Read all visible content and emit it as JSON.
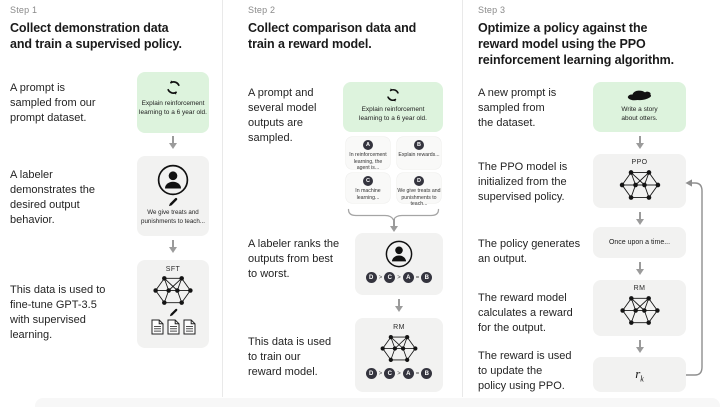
{
  "step1": {
    "label": "Step 1",
    "title_lines": [
      "Collect demonstration data",
      "and train a supervised policy."
    ],
    "texts": {
      "t1": [
        "A prompt is",
        "sampled from our",
        "prompt dataset."
      ],
      "t2": [
        "A labeler",
        "demonstrates the",
        "desired output",
        "behavior."
      ],
      "t3": [
        "This data is used to",
        "fine-tune GPT-3.5",
        "with supervised",
        "learning."
      ]
    },
    "prompt_caption": [
      "Explain reinforcement",
      "learning to a 6 year old."
    ],
    "labeler_caption": [
      "We give treats and",
      "punishments to teach..."
    ],
    "model_label": "SFT"
  },
  "step2": {
    "label": "Step 2",
    "title_lines": [
      "Collect comparison data and",
      "train a reward model."
    ],
    "texts": {
      "t1": [
        "A prompt and",
        "several model",
        "outputs are",
        "sampled."
      ],
      "t2": [
        "A labeler ranks the",
        "outputs from best",
        "to worst."
      ],
      "t3": [
        "This data is used",
        "to train our",
        "reward model."
      ]
    },
    "prompt_caption": [
      "Explain reinforcement",
      "learning to a 6 year old."
    ],
    "outputs": [
      {
        "id": "A",
        "lines": [
          "In reinforcement",
          "learning, the",
          "agent is..."
        ]
      },
      {
        "id": "B",
        "lines": [
          "Explain rewards..."
        ]
      },
      {
        "id": "C",
        "lines": [
          "In machine",
          "learning..."
        ]
      },
      {
        "id": "D",
        "lines": [
          "We give treats and",
          "punishments to",
          "teach..."
        ]
      }
    ],
    "ranking_pattern": [
      "D",
      ">",
      "C",
      ">",
      "A",
      "=",
      "B"
    ],
    "model_label": "RM"
  },
  "step3": {
    "label": "Step 3",
    "title_lines": [
      "Optimize a policy against the",
      "reward model using the PPO",
      "reinforcement learning algorithm."
    ],
    "texts": {
      "t1": [
        "A new prompt is",
        "sampled from",
        "the dataset."
      ],
      "t2": [
        "The PPO model is",
        "initialized from the",
        "supervised policy."
      ],
      "t3": [
        "The policy generates",
        "an output."
      ],
      "t4": [
        "The reward model",
        "calculates a reward",
        "for the output."
      ],
      "t5": [
        "The reward is used",
        "to update the",
        "policy using PPO."
      ]
    },
    "prompt_caption": [
      "Write a story",
      "about otters."
    ],
    "ppo_label": "PPO",
    "output_caption": "Once upon a time...",
    "rm_label": "RM",
    "reward_symbol": "r",
    "reward_sub": "k"
  },
  "icons": {
    "cycle-icon": "dashed circular refresh arrows",
    "labeler-icon": "person silhouette in circle",
    "pencil-icon": "pencil",
    "network-icon": "neural network node mesh",
    "documents-icon": "three lined pages",
    "otter-icon": "otter silhouette",
    "down-arrow-icon": "gray downward arrow",
    "brace-icon": "horizontal curly brace",
    "loop-arrow-icon": "feedback loop arrow"
  },
  "colors": {
    "green-box": "#ddf3dd",
    "gray-box": "#f2f2f1",
    "output-box": "#f9f9f8",
    "circle-dark": "#34343e",
    "text-primary": "#1a1a1a",
    "text-secondary": "#8a8a8a",
    "arrow-gray": "#9b9b9b",
    "divider": "#e9e9e9",
    "footer-band": "#f7f7f7"
  }
}
